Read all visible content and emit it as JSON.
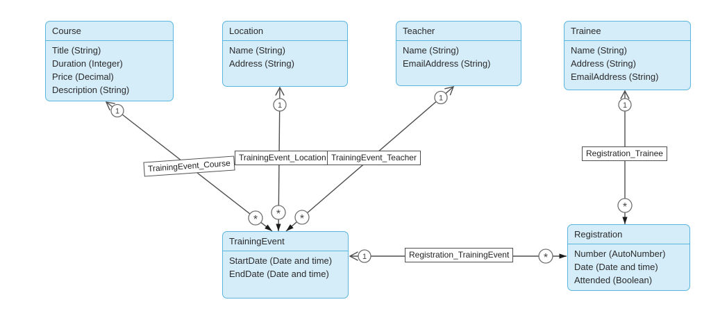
{
  "diagram_type": "entity-relationship",
  "colors": {
    "entity_fill": "#d5ecf9",
    "entity_border": "#57b5de",
    "wire": "#4d4d4d",
    "label_border": "#4d4d4d",
    "background": "#ffffff"
  },
  "entities": {
    "course": {
      "title": "Course",
      "attributes": [
        "Title (String)",
        "Duration (Integer)",
        "Price (Decimal)",
        "Description (String)"
      ]
    },
    "location": {
      "title": "Location",
      "attributes": [
        "Name (String)",
        "Address (String)"
      ]
    },
    "teacher": {
      "title": "Teacher",
      "attributes": [
        "Name (String)",
        "EmailAddress (String)"
      ]
    },
    "trainee": {
      "title": "Trainee",
      "attributes": [
        "Name (String)",
        "Address (String)",
        "EmailAddress (String)"
      ]
    },
    "training_event": {
      "title": "TrainingEvent",
      "attributes": [
        "StartDate (Date and time)",
        "EndDate (Date and time)"
      ]
    },
    "registration": {
      "title": "Registration",
      "attributes": [
        "Number (AutoNumber)",
        "Date (Date and time)",
        "Attended (Boolean)"
      ]
    }
  },
  "relationships": {
    "training_event_course": {
      "label": "TrainingEvent_Course",
      "one_end": "Course",
      "many_end": "TrainingEvent",
      "cardinality_one": "1",
      "cardinality_many": "*"
    },
    "training_event_location": {
      "label": "TrainingEvent_Location",
      "one_end": "Location",
      "many_end": "TrainingEvent",
      "cardinality_one": "1",
      "cardinality_many": "*"
    },
    "training_event_teacher": {
      "label": "TrainingEvent_Teacher",
      "one_end": "Teacher",
      "many_end": "TrainingEvent",
      "cardinality_one": "1",
      "cardinality_many": "*"
    },
    "registration_trainee": {
      "label": "Registration_Trainee",
      "one_end": "Trainee",
      "many_end": "Registration",
      "cardinality_one": "1",
      "cardinality_many": "*"
    },
    "registration_training_event": {
      "label": "Registration_TrainingEvent",
      "one_end": "TrainingEvent",
      "many_end": "Registration",
      "cardinality_one": "1",
      "cardinality_many": "*"
    }
  }
}
